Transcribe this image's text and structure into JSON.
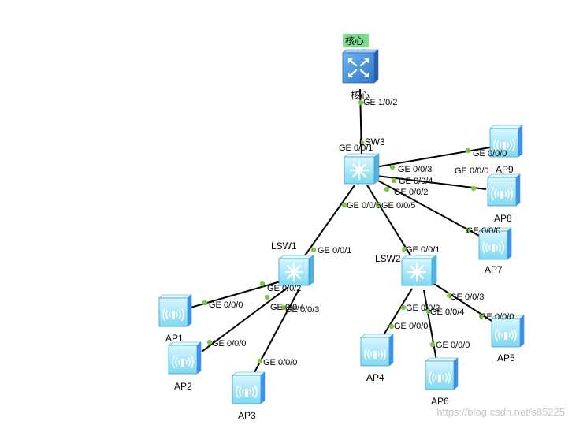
{
  "diagram": {
    "tag": {
      "text": "核心",
      "color": "#7ddc8e"
    },
    "nodes": [
      {
        "id": "core",
        "label": "核心",
        "kind": "router"
      },
      {
        "id": "lsw3",
        "label": "LSW3",
        "kind": "switch"
      },
      {
        "id": "lsw1",
        "label": "LSW1",
        "kind": "switch"
      },
      {
        "id": "lsw2",
        "label": "LSW2",
        "kind": "switch"
      },
      {
        "id": "ap1",
        "label": "AP1",
        "kind": "ap"
      },
      {
        "id": "ap2",
        "label": "AP2",
        "kind": "ap"
      },
      {
        "id": "ap3",
        "label": "AP3",
        "kind": "ap"
      },
      {
        "id": "ap4",
        "label": "AP4",
        "kind": "ap"
      },
      {
        "id": "ap5",
        "label": "AP5",
        "kind": "ap"
      },
      {
        "id": "ap6",
        "label": "AP6",
        "kind": "ap"
      },
      {
        "id": "ap7",
        "label": "AP7",
        "kind": "ap"
      },
      {
        "id": "ap8",
        "label": "AP8",
        "kind": "ap"
      },
      {
        "id": "ap9",
        "label": "AP9",
        "kind": "ap"
      }
    ],
    "links": [
      {
        "from": "core",
        "to": "lsw3",
        "from_port": "GE 1/0/2",
        "to_port": "GE 0/0/1"
      },
      {
        "from": "lsw3",
        "to": "ap9",
        "from_port": "GE 0/0/3",
        "to_port": "GE 0/0/0"
      },
      {
        "from": "lsw3",
        "to": "ap8",
        "from_port": "GE 0/0/4",
        "to_port": "GE 0/0/0"
      },
      {
        "from": "lsw3",
        "to": "ap7",
        "from_port": "GE 0/0/2",
        "to_port": "GE 0/0/0"
      },
      {
        "from": "lsw3",
        "to": "lsw1",
        "from_port": "GE 0/0/6",
        "to_port": "GE 0/0/1"
      },
      {
        "from": "lsw3",
        "to": "lsw2",
        "from_port": "GE 0/0/5",
        "to_port": "GE 0/0/1"
      },
      {
        "from": "lsw1",
        "to": "ap1",
        "from_port": "GE 0/0/2",
        "to_port": "GE 0/0/0"
      },
      {
        "from": "lsw1",
        "to": "ap2",
        "from_port": "GE 0/0/4",
        "to_port": "GE 0/0/0"
      },
      {
        "from": "lsw1",
        "to": "ap3",
        "from_port": "GE 0/0/3",
        "to_port": "GE 0/0/0"
      },
      {
        "from": "lsw2",
        "to": "ap4",
        "from_port": "GE 0/0/2",
        "to_port": "GE 0/0/0"
      },
      {
        "from": "lsw2",
        "to": "ap6",
        "from_port": "GE 0/0/4",
        "to_port": "GE 0/0/0"
      },
      {
        "from": "lsw2",
        "to": "ap5",
        "from_port": "GE 0/0/3",
        "to_port": "GE 0/0/0"
      }
    ],
    "watermark": "https://blog.csdn.net/s85225",
    "colors": {
      "link": "#000000",
      "port_dot": "#7ac943",
      "device_light": "#bff0fb",
      "device_mid": "#7fd8f0",
      "device_edge": "#3e9fd0",
      "router_fill": "#4a8fd6"
    }
  }
}
